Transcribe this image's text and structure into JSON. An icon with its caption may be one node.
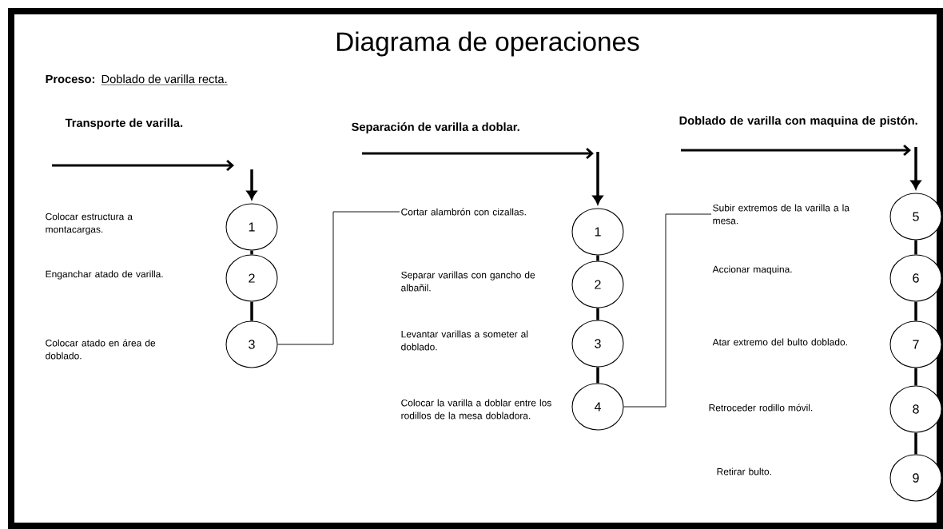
{
  "diagram": {
    "title": "Diagrama de operaciones",
    "nodes": [
      {
        "text": [
          "1"
        ]
      },
      {
        "text": [
          "2"
        ]
      },
      {
        "text": [
          "3"
        ]
      },
      {
        "text": [
          "Cortar alambrón con cizallas."
        ]
      },
      {
        "text": [
          "1"
        ]
      },
      {
        "text": [
          "2"
        ]
      },
      {
        "text": [
          "3"
        ]
      },
      {
        "text": [
          "4"
        ]
      },
      {
        "text": [
          "Subir extremos de la varilla a la mesa."
        ]
      },
      {
        "text": [
          "5"
        ]
      },
      {
        "text": [
          "6"
        ]
      },
      {
        "text": [
          "7"
        ]
      },
      {
        "text": [
          "8"
        ]
      },
      {
        "text": [
          "9"
        ]
      }
    ],
    "edges": [
      {
        "from": null,
        "to": 0,
        "arrow": "to"
      },
      {
        "from": 0,
        "to": 1,
        "arrow": "none"
      },
      {
        "from": 1,
        "to": 2,
        "arrow": "none"
      },
      {
        "from": 2,
        "to": 3,
        "arrow": "none"
      },
      {
        "from": null,
        "to": 4,
        "arrow": "to"
      },
      {
        "from": 4,
        "to": 5,
        "arrow": "none"
      },
      {
        "from": 5,
        "to": 6,
        "arrow": "none"
      },
      {
        "from": 6,
        "to": 7,
        "arrow": "none"
      },
      {
        "from": 7,
        "to": 8,
        "arrow": "none"
      },
      {
        "from": null,
        "to": 9,
        "arrow": "to"
      },
      {
        "from": 9,
        "to": 10,
        "arrow": "none"
      },
      {
        "from": 10,
        "to": 11,
        "arrow": "none"
      },
      {
        "from": 11,
        "to": 12,
        "arrow": "none"
      },
      {
        "from": 12,
        "to": 13,
        "arrow": "none"
      }
    ],
    "labels": [
      "Proceso:",
      "Doblado de varilla recta.",
      "Transporte de varilla.",
      "Separación de varilla a doblar.",
      "Doblado de varilla con maquina de pistón.",
      "Colocar estructura a montacargas.",
      "Enganchar atado de varilla.",
      "Colocar atado en área de doblado.",
      "Separar varillas con gancho de albañil.",
      "Levantar varillas a someter al doblado.",
      "Colocar la varilla a doblar entre los rodillos de la mesa dobladora.",
      "Accionar maquina.",
      "Atar extremo del bulto doblado.",
      "Retroceder rodillo móvil.",
      "Retirar bulto."
    ]
  }
}
